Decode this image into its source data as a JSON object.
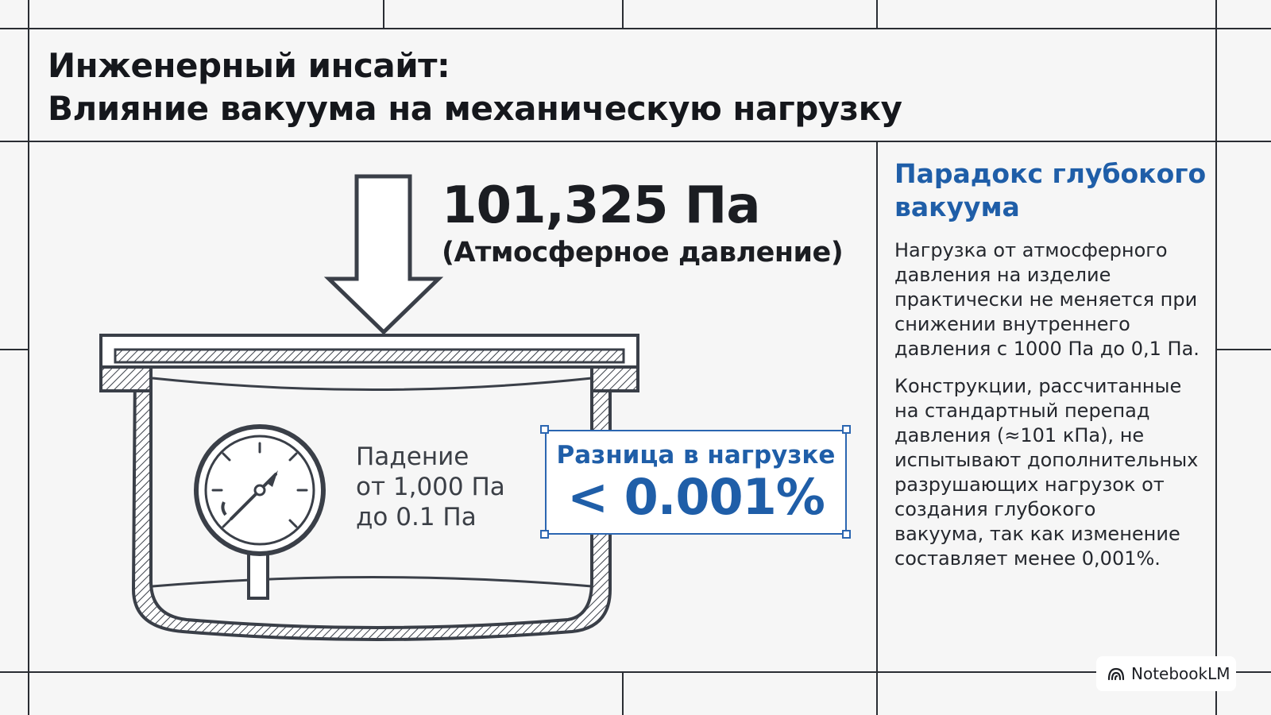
{
  "title": {
    "line1": "Инженерный инсайт:",
    "line2": "Влияние вакуума на механическую нагрузку"
  },
  "pressure": {
    "value": "101,325 Па",
    "label": "(Атмосферное давление)"
  },
  "drop": {
    "line1": "Падение",
    "line2": "от 1,000 Па",
    "line3": "до 0.1 Па"
  },
  "difference": {
    "heading": "Разница в нагрузке",
    "value": "< 0.001%"
  },
  "sidebar": {
    "heading_line1": "Парадокс глубокого",
    "heading_line2": "вакуума",
    "p1": [
      "Нагрузка от атмосферного",
      "давления на изделие",
      "практически не меняется при",
      "снижении внутреннего",
      "давления с 1000 Па до 0,1 Па."
    ],
    "p2": [
      "Конструкции, рассчитанные",
      "на стандартный перепад",
      "давления (≈101 кПа), не",
      "испытывают дополнительных",
      "разрушающих нагрузок от",
      "создания глубокого",
      "вакуума, так как изменение",
      "составляет менее 0,001%."
    ]
  },
  "branding": {
    "label": "NotebookLM",
    "icon": "notebooklm-logo-icon"
  },
  "colors": {
    "accent": "#1f5ea8",
    "line": "#3a3f48",
    "text": "#1d1f24"
  }
}
